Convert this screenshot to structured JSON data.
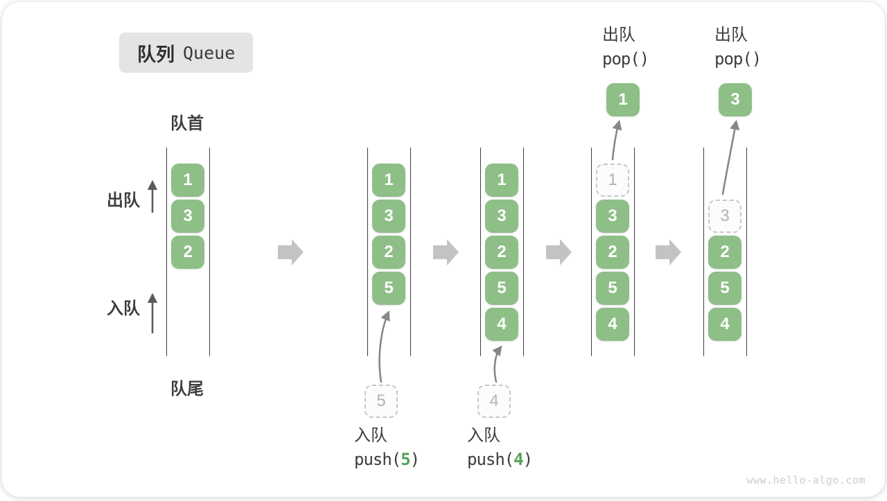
{
  "title": {
    "zh": "队列",
    "en": "Queue"
  },
  "side_labels": {
    "front": "队首",
    "rear": "队尾",
    "dequeue": "出队",
    "enqueue": "入队"
  },
  "watermark": "www.hello-algo.com",
  "colors": {
    "box-green": "#8dbf86",
    "arg-green": "#55a255",
    "line-dark": "#3d3d3d",
    "text-dark": "#3c3c3c",
    "dashed-border": "#c6c6c6",
    "dashed-text": "#b3b3b3",
    "flow-arrow": "#c3c3c3",
    "curve-arrow": "#878787",
    "side-arrow": "#5a5a5a",
    "badge-bg": "#e4e4e4",
    "watermark-gray": "#cdcdcd"
  },
  "states": [
    {
      "name": "initial",
      "slots": [
        {
          "row": 0,
          "value": "1",
          "style": "solid"
        },
        {
          "row": 1,
          "value": "3",
          "style": "solid"
        },
        {
          "row": 2,
          "value": "2",
          "style": "solid"
        }
      ]
    },
    {
      "name": "after-push-5",
      "slots": [
        {
          "row": 0,
          "value": "1",
          "style": "solid"
        },
        {
          "row": 1,
          "value": "3",
          "style": "solid"
        },
        {
          "row": 2,
          "value": "2",
          "style": "solid"
        },
        {
          "row": 3,
          "value": "5",
          "style": "solid"
        }
      ],
      "incoming": {
        "value": "5"
      },
      "caption_bottom": {
        "label": "入队",
        "code_prefix": "push(",
        "code_arg": "5",
        "code_suffix": ")"
      }
    },
    {
      "name": "after-push-4",
      "slots": [
        {
          "row": 0,
          "value": "1",
          "style": "solid"
        },
        {
          "row": 1,
          "value": "3",
          "style": "solid"
        },
        {
          "row": 2,
          "value": "2",
          "style": "solid"
        },
        {
          "row": 3,
          "value": "5",
          "style": "solid"
        },
        {
          "row": 4,
          "value": "4",
          "style": "solid"
        }
      ],
      "incoming": {
        "value": "4"
      },
      "caption_bottom": {
        "label": "入队",
        "code_prefix": "push(",
        "code_arg": "4",
        "code_suffix": ")"
      }
    },
    {
      "name": "after-pop-1",
      "slots": [
        {
          "row": 0,
          "value": "1",
          "style": "dashed"
        },
        {
          "row": 1,
          "value": "3",
          "style": "solid"
        },
        {
          "row": 2,
          "value": "2",
          "style": "solid"
        },
        {
          "row": 3,
          "value": "5",
          "style": "solid"
        },
        {
          "row": 4,
          "value": "4",
          "style": "solid"
        }
      ],
      "popped": {
        "value": "1"
      },
      "caption_top": {
        "label": "出队",
        "code": "pop()"
      }
    },
    {
      "name": "after-pop-3",
      "slots": [
        {
          "row": 1,
          "value": "3",
          "style": "dashed"
        },
        {
          "row": 2,
          "value": "2",
          "style": "solid"
        },
        {
          "row": 3,
          "value": "5",
          "style": "solid"
        },
        {
          "row": 4,
          "value": "4",
          "style": "solid"
        }
      ],
      "popped": {
        "value": "3"
      },
      "caption_top": {
        "label": "出队",
        "code": "pop()"
      }
    }
  ]
}
